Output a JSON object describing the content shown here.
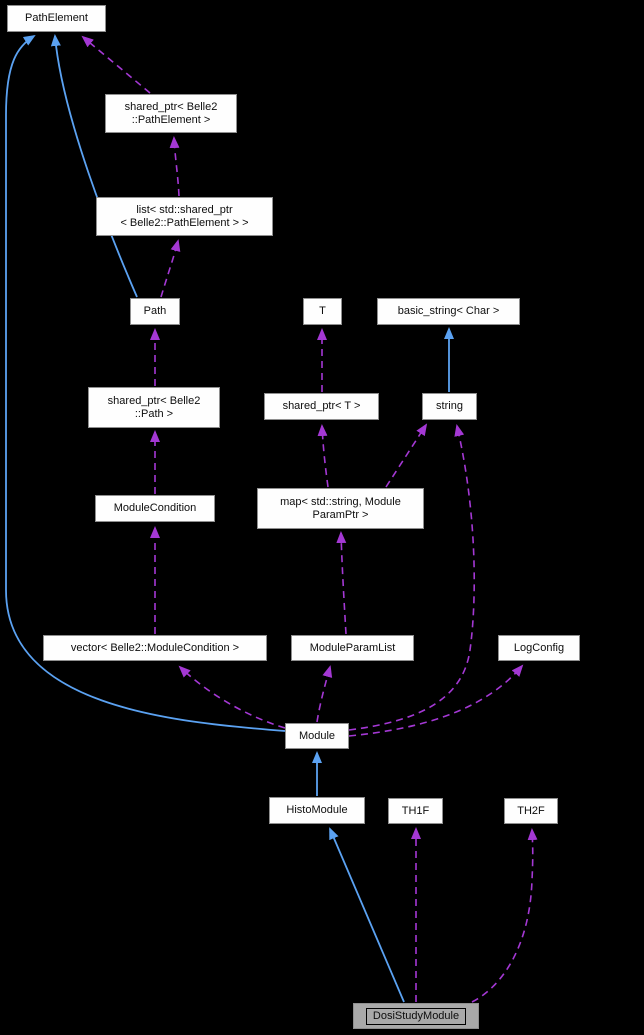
{
  "nodes": {
    "path_element": {
      "label": "PathElement"
    },
    "shared_ptr_path_element": {
      "line1": "shared_ptr< Belle2",
      "line2": "::PathElement >"
    },
    "list_shared_ptr": {
      "line1": "list< std::shared_ptr",
      "line2": "< Belle2::PathElement > >"
    },
    "path": {
      "label": "Path"
    },
    "t": {
      "label": "T"
    },
    "basic_string": {
      "label": "basic_string< Char >"
    },
    "shared_ptr_path": {
      "line1": "shared_ptr< Belle2",
      "line2": "::Path >"
    },
    "shared_ptr_t": {
      "label": "shared_ptr< T >"
    },
    "string": {
      "label": "string"
    },
    "module_condition": {
      "label": "ModuleCondition"
    },
    "map_param": {
      "line1": "map< std::string, Module",
      "line2": "ParamPtr >"
    },
    "vector_condition": {
      "label": "vector< Belle2::ModuleCondition >"
    },
    "module_param_list": {
      "label": "ModuleParamList"
    },
    "log_config": {
      "label": "LogConfig"
    },
    "module": {
      "label": "Module"
    },
    "histo_module": {
      "label": "HistoModule"
    },
    "th1f": {
      "label": "TH1F"
    },
    "th2f": {
      "label": "TH2F"
    },
    "dosi_study_module": {
      "label": "DosiStudyModule"
    }
  },
  "colors": {
    "inheritance_arrow": "#5ba2f2",
    "usage_arrow": "#a438d4",
    "node_background": "#fefefe",
    "node_border": "#8f8f8f",
    "selected_node_background": "#a9a9a9",
    "background": "#000000",
    "text": "#0d0d0d"
  }
}
